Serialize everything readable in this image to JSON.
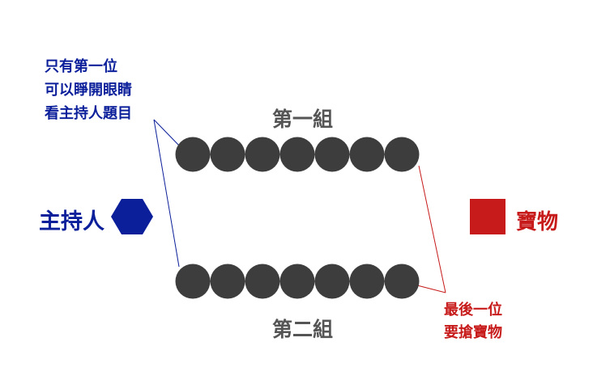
{
  "host_note": [
    "只有第一位",
    "可以睜開眼睛",
    "看主持人題目"
  ],
  "group1_label": "第一組",
  "group2_label": "第二組",
  "host_label": "主持人",
  "treasure_label": "寶物",
  "last_note": [
    "最後一位",
    "要搶寶物"
  ],
  "group1_count": 7,
  "group2_count": 7,
  "colors": {
    "host": "#0b1f9a",
    "treasure": "#c71a1a",
    "person": "#3d3d3d",
    "group_label": "#555555"
  },
  "icons": {
    "host": "hexagon-icon",
    "treasure": "square-icon",
    "person": "circle-icon"
  }
}
